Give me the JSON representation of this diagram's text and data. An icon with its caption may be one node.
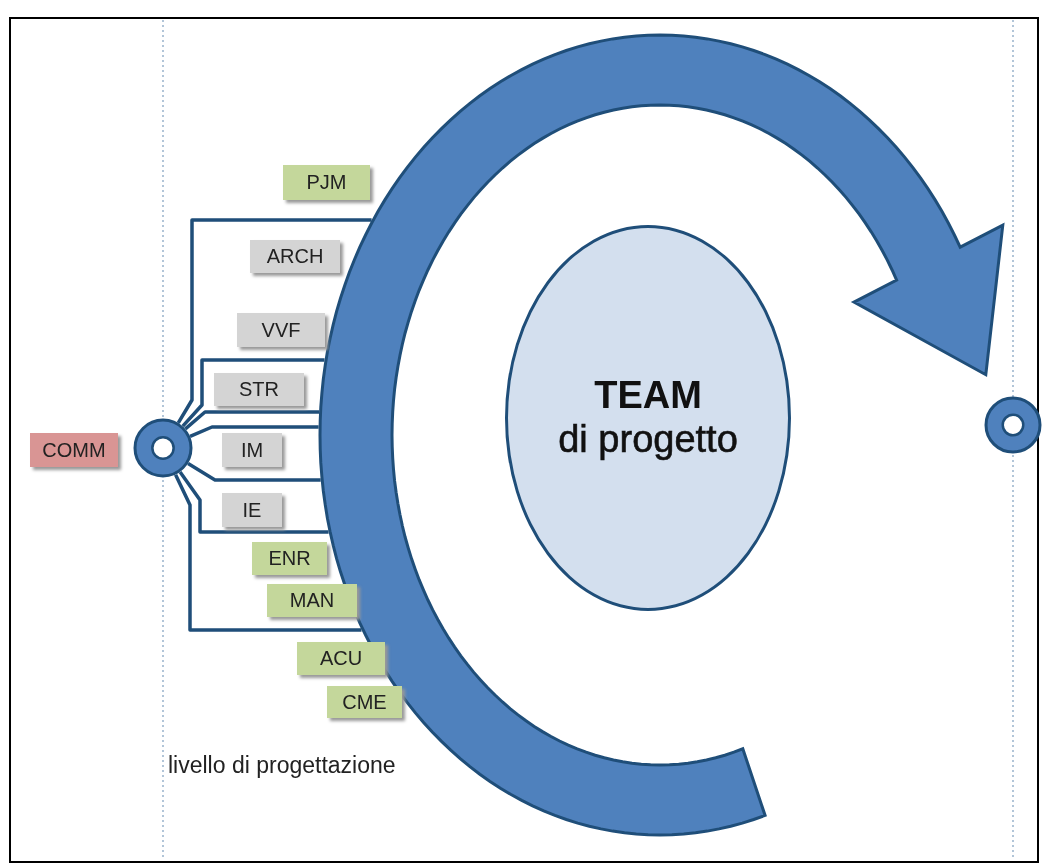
{
  "diagram": {
    "nodes": [
      {
        "text": [
          "COMM"
        ]
      },
      {
        "text": [],
        "shape": "circle"
      },
      {
        "text": [
          "PJM"
        ]
      },
      {
        "text": [
          "ARCH"
        ]
      },
      {
        "text": [
          "VVF"
        ]
      },
      {
        "text": [
          "STR"
        ]
      },
      {
        "text": [
          "IM"
        ]
      },
      {
        "text": [
          "IE"
        ]
      },
      {
        "text": [
          "ENR"
        ]
      },
      {
        "text": [
          "MAN"
        ]
      },
      {
        "text": [
          "ACU"
        ]
      },
      {
        "text": [
          "CME"
        ]
      },
      {
        "text": [],
        "shape": "arrow"
      },
      {
        "text": [
          "TEAM",
          "di progetto"
        ]
      },
      {
        "text": [],
        "shape": "circle"
      }
    ],
    "edges": [
      {
        "from": 1,
        "to": 12,
        "arrow": "none"
      },
      {
        "from": 1,
        "to": 12,
        "arrow": "none"
      },
      {
        "from": 1,
        "to": 12,
        "arrow": "none"
      },
      {
        "from": 1,
        "to": 12,
        "arrow": "none"
      },
      {
        "from": 1,
        "to": 12,
        "arrow": "none"
      },
      {
        "from": 1,
        "to": 12,
        "arrow": "none"
      },
      {
        "from": 1,
        "to": 12,
        "arrow": "none"
      }
    ],
    "labels": [
      "livello di progettazione"
    ]
  }
}
